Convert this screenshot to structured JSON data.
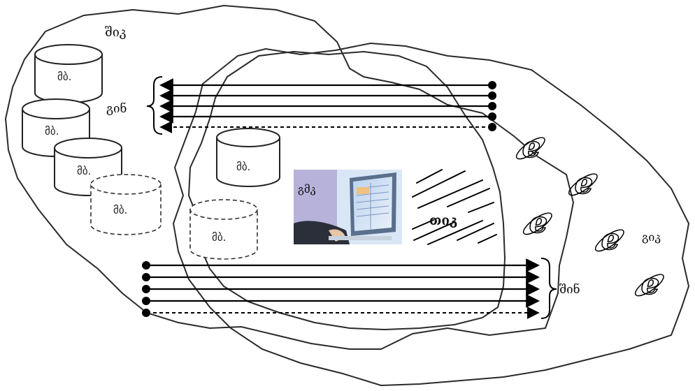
{
  "regions": {
    "left_label": "შიკ",
    "right_label": "გიკ"
  },
  "databases": {
    "label": "მბ."
  },
  "connections": {
    "left_bracket_label": "გინ",
    "right_bracket_label": "შინ"
  },
  "center": {
    "workstation_label": "გმკ",
    "lines_label": "თიკ"
  },
  "browser_icon_name": "internet-explorer-icon"
}
